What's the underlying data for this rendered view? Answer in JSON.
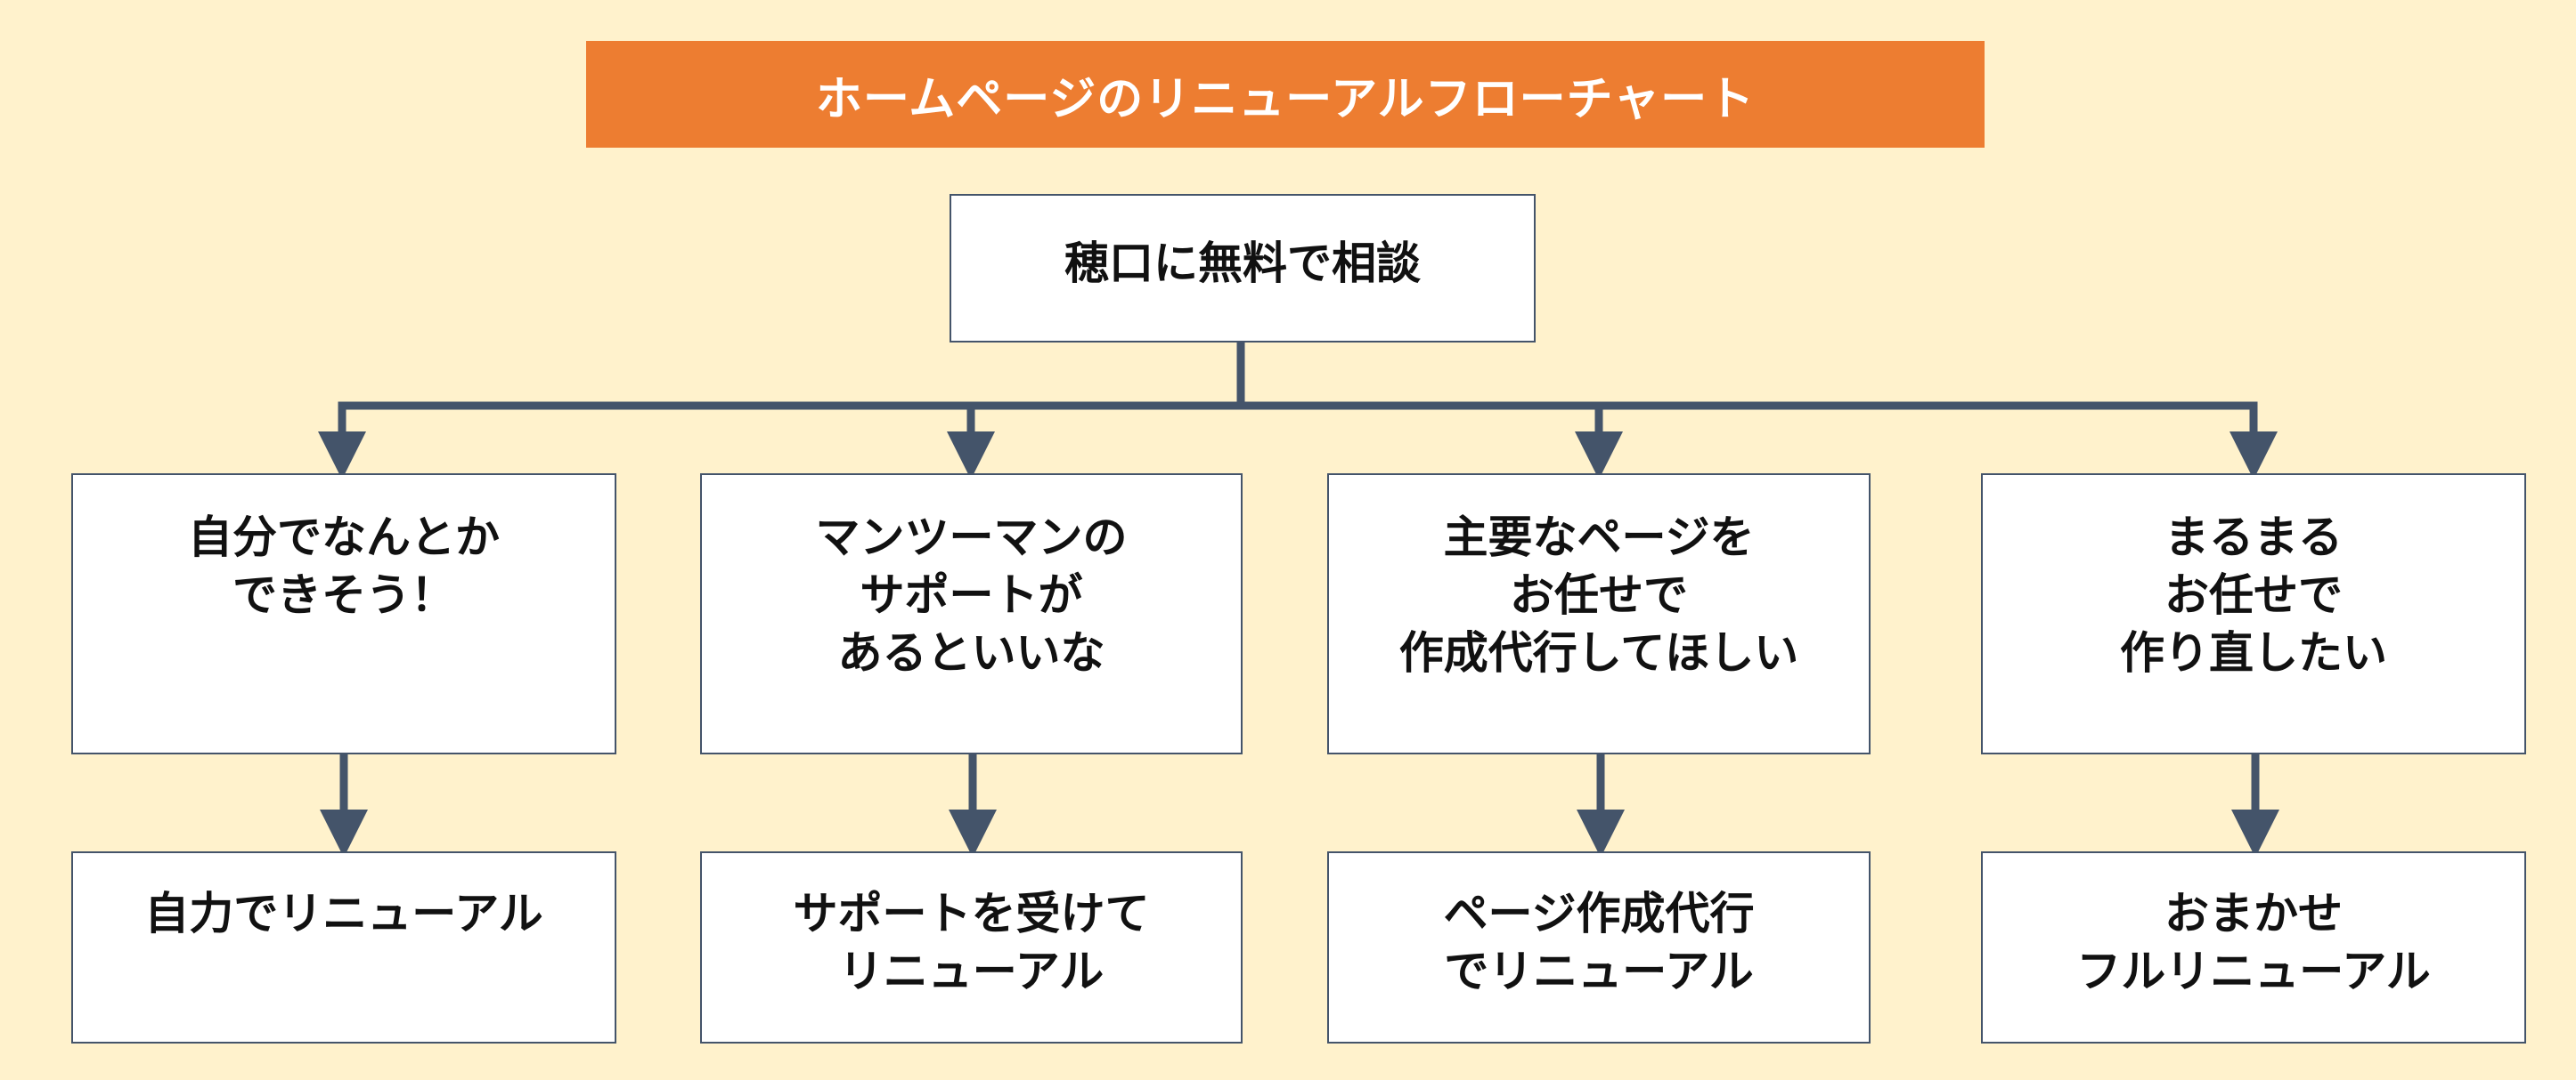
{
  "title": "ホームページのリニューアルフローチャート",
  "root": "穂口に無料で相談",
  "options": [
    "自分でなんとか\nできそう！",
    "マンツーマンの\nサポートが\nあるといいな",
    "主要なページを\nお任せで\n作成代行してほしい",
    "まるまる\nお任せで\n作り直したい"
  ],
  "results": [
    "自力でリニューアル",
    "サポートを受けて\nリニューアル",
    "ページ作成代行\nでリニューアル",
    "おまかせ\nフルリニューアル"
  ],
  "colors": {
    "background": "#fff2cc",
    "title_bar": "#ed7d31",
    "title_text": "#ffffff",
    "connector": "#44546a",
    "box": "#ffffff"
  }
}
